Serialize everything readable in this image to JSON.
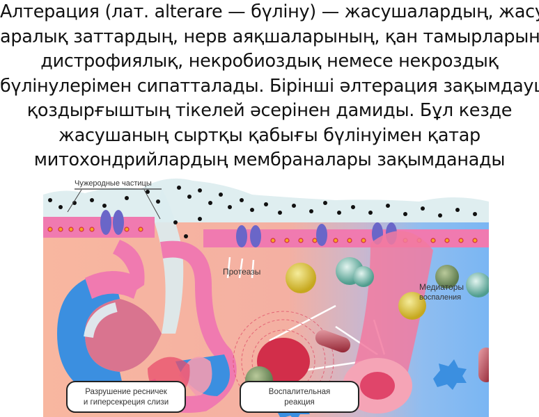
{
  "paragraph": {
    "lines": [
      "Алтерация (лат. alterare — бүліну) — жасушалардың, жасуша",
      "аралық заттардың, нерв аяқшаларының, қан тамырларының",
      "дистрофиялық, некробиоздық немесе некроздық",
      "бүлінулерімен сипатталады. Бірінші әлтерация зақымдаушы",
      "қоздырғыштың тікелей әсерінен дамиды. Бұл кезде",
      "жасушаның сыртқы қабығы бүлінуімен қатар",
      "митохондрийлардың мембраналары зақымданады"
    ]
  },
  "figure": {
    "labels": {
      "foreign_particles": "Чужеродные частицы",
      "proteases": "Протеазы",
      "mediators_line1": "Медиаторы",
      "mediators_line2": "воспаления",
      "cilia_line1": "Разрушение ресничек",
      "cilia_line2": "и гиперсекреция слизи",
      "inflam_line1": "Воспалительная",
      "inflam_line2": "реакция"
    },
    "colors": {
      "tissue": "#f7b9a3",
      "epithelium": "#f06aa8",
      "mucus": "#dfeff0",
      "blue_cells": "#3b8fe0",
      "right_bg": "#7db8f2"
    }
  }
}
